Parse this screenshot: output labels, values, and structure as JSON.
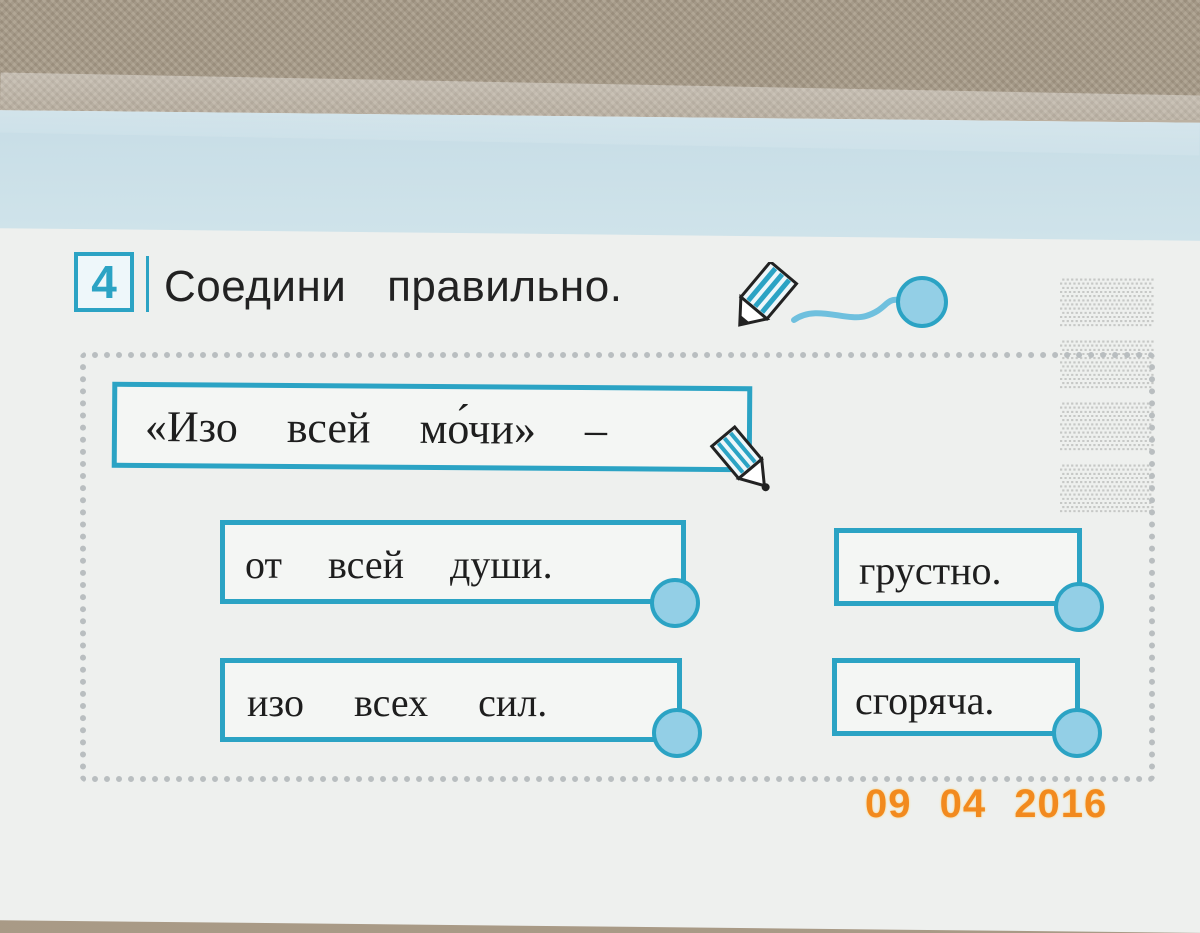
{
  "task": {
    "number": "4",
    "instruction": "Соедини правильно."
  },
  "main_phrase": "«Изо всей мо́чи» –",
  "choices": [
    {
      "text": "от всей души."
    },
    {
      "text": "грустно."
    },
    {
      "text": "изо всех сил."
    },
    {
      "text": "сгоряча."
    }
  ],
  "date_stamp": "09 04 2016",
  "colors": {
    "accent_blue": "#2ba3c4",
    "connector_fill": "#93cfe6",
    "stamp_orange": "#f28a1e"
  },
  "icons": [
    "pencil-icon",
    "connector-circle-icon"
  ]
}
